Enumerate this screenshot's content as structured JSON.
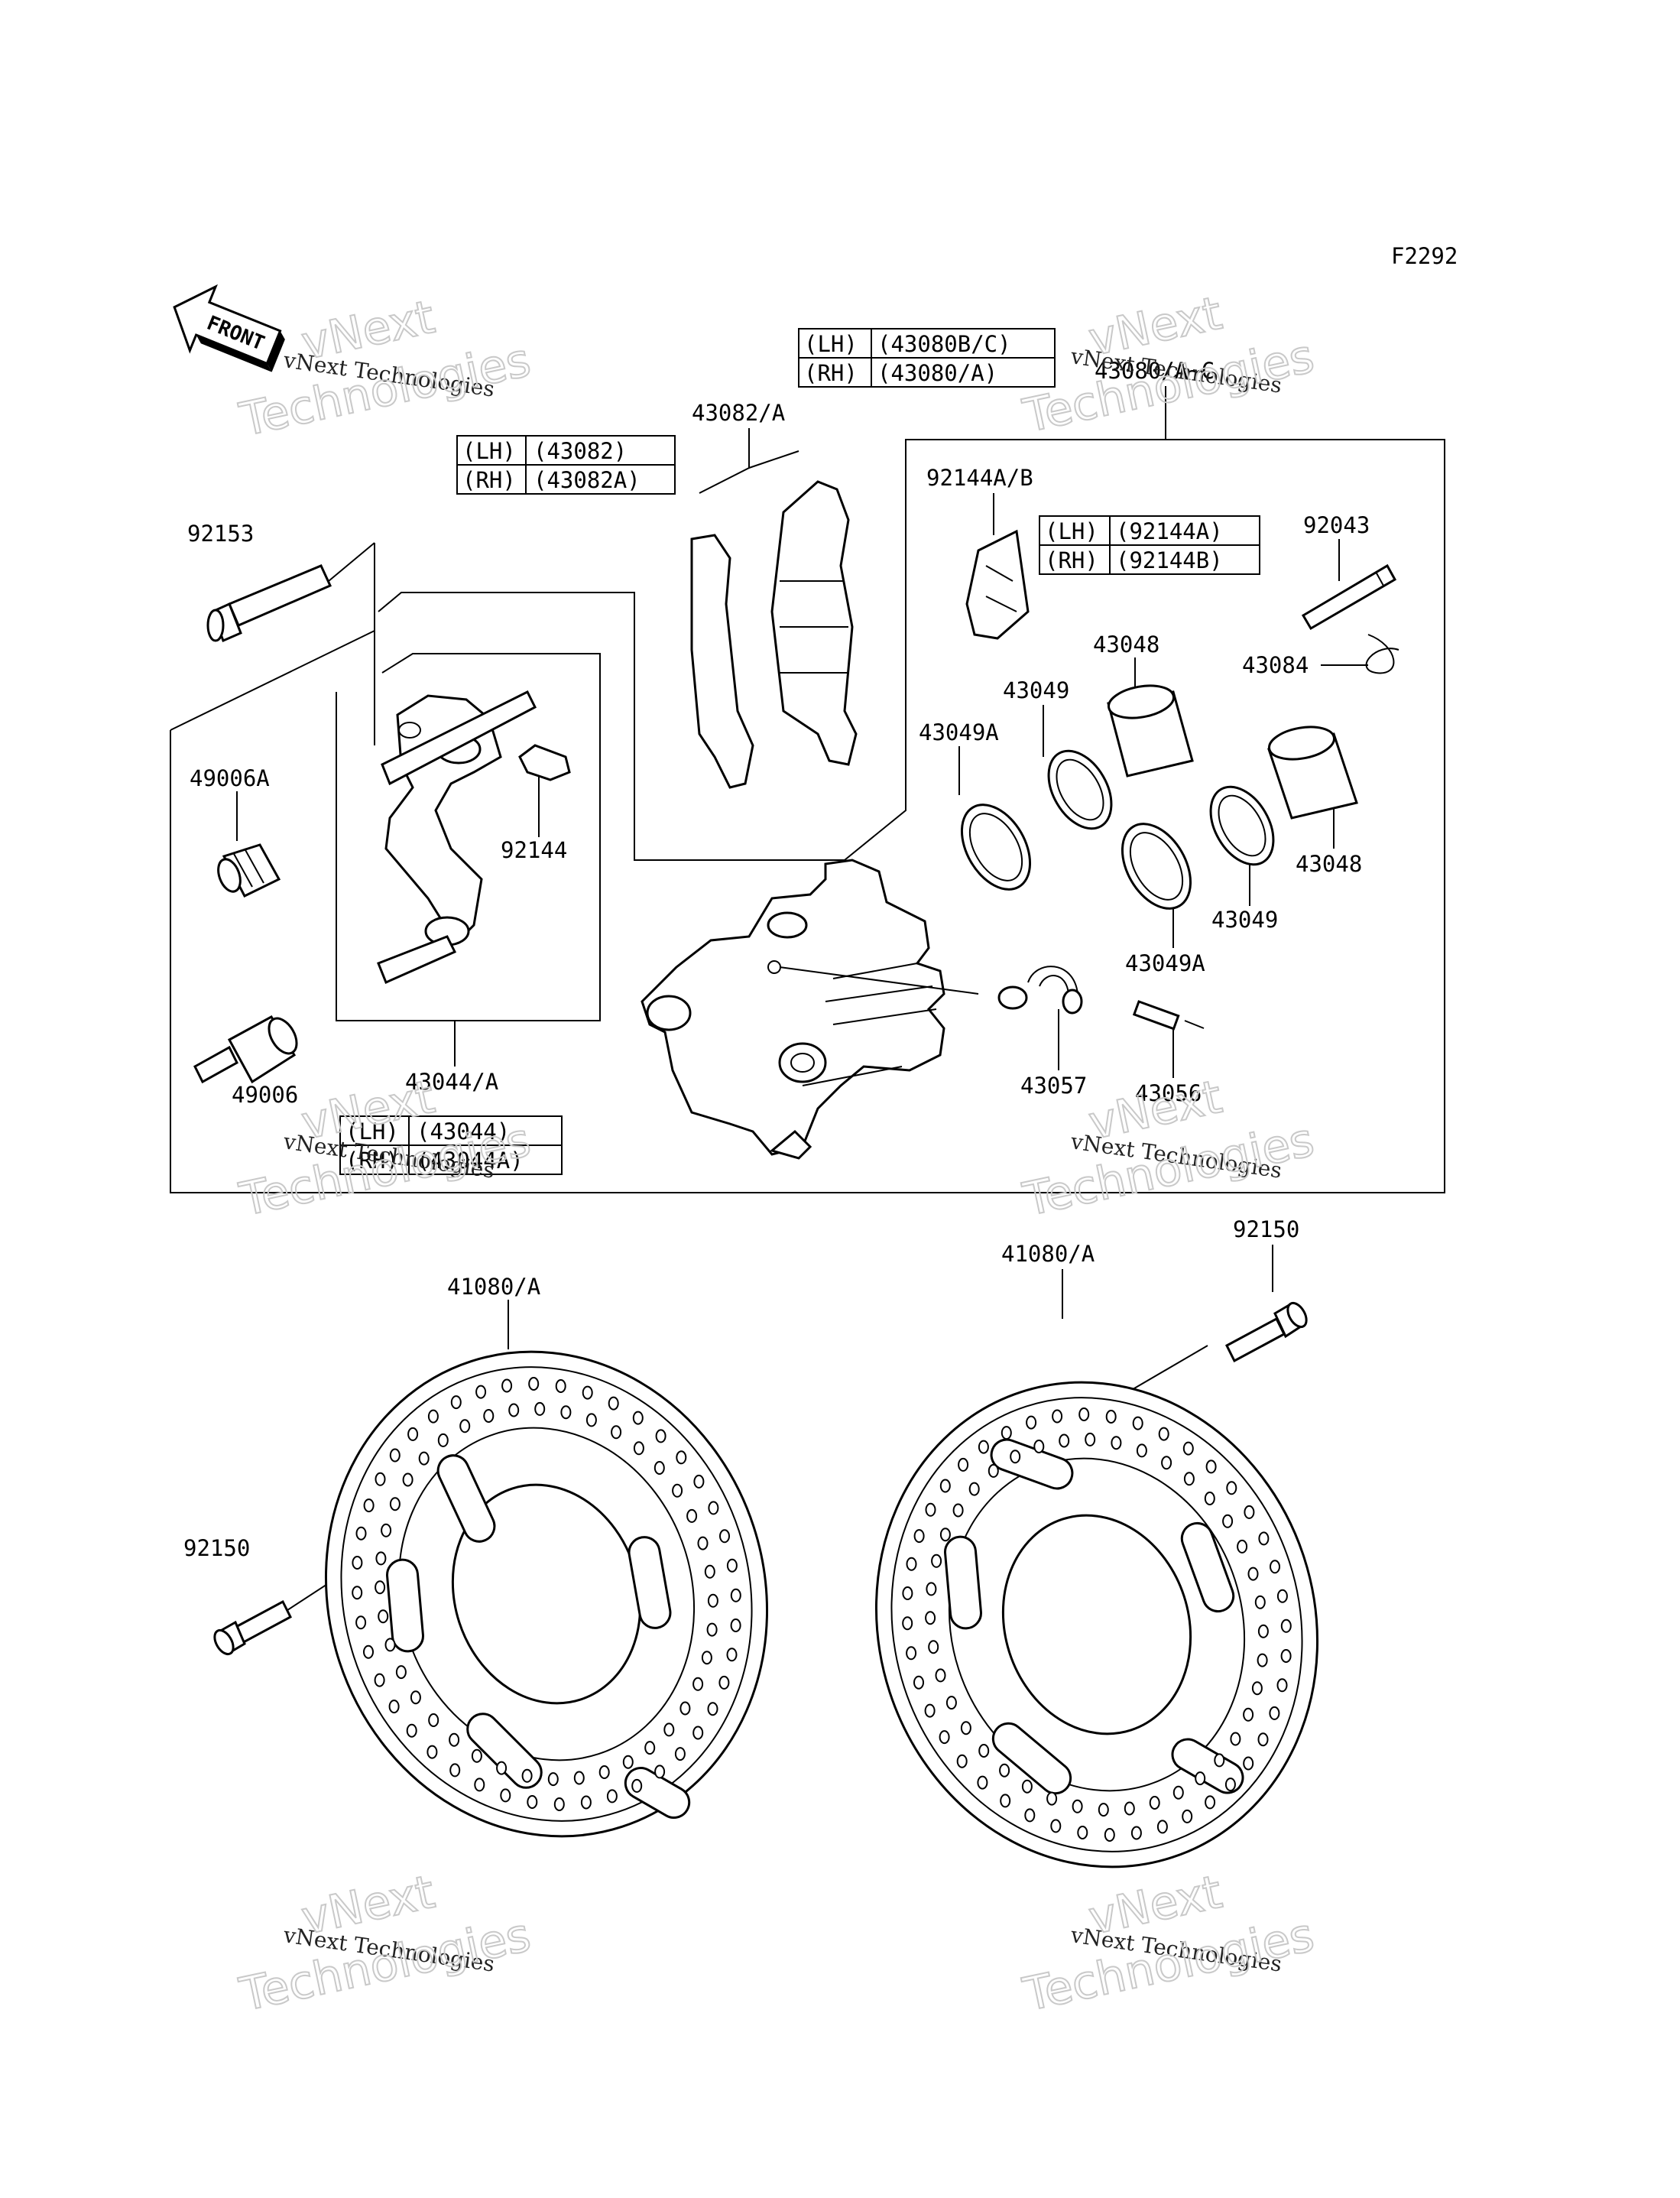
{
  "figure_code": "F2292",
  "front_arrow": "FRONT",
  "part_labels": {
    "p43082A": "43082/A",
    "p43080AC": "43080/A~C",
    "p92144AB": "92144A/B",
    "p92043": "92043",
    "p43084": "43084",
    "p43048_top": "43048",
    "p43049_top": "43049",
    "p43049A_top": "43049A",
    "p43048_right": "43048",
    "p43049_right": "43049",
    "p43049A_bot": "43049A",
    "p43057": "43057",
    "p43056": "43056",
    "p92153": "92153",
    "p49006A": "49006A",
    "p92144": "92144",
    "p49006": "49006",
    "p43044A": "43044/A",
    "p41080A_left": "41080/A",
    "p41080A_right": "41080/A",
    "p92150_right": "92150",
    "p92150_left": "92150"
  },
  "tables": {
    "caliper_assy": [
      {
        "side": "(LH)",
        "part": "(43080B/C)"
      },
      {
        "side": "(RH)",
        "part": "(43080/A)"
      }
    ],
    "pads": [
      {
        "side": "(LH)",
        "part": "(43082)"
      },
      {
        "side": "(RH)",
        "part": "(43082A)"
      }
    ],
    "spring": [
      {
        "side": "(LH)",
        "part": "(92144A)"
      },
      {
        "side": "(RH)",
        "part": "(92144B)"
      }
    ],
    "bracket": [
      {
        "side": "(LH)",
        "part": "(43044)"
      },
      {
        "side": "(RH)",
        "part": "(43044A)"
      }
    ]
  },
  "watermark": {
    "line1": "vNext Technologies",
    "big1": "vNext",
    "big2": "Technologies"
  }
}
